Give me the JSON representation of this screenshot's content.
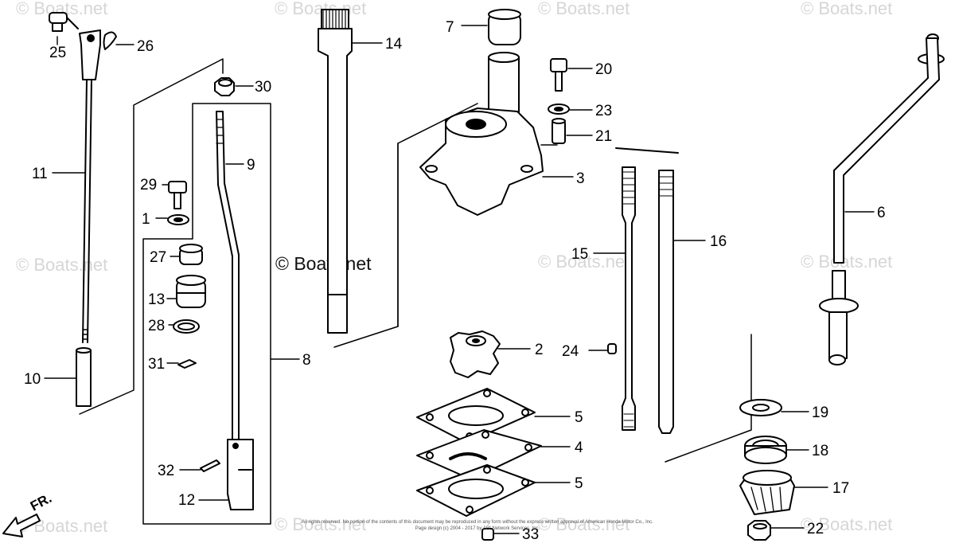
{
  "watermarks": {
    "corner": "© Boats.net",
    "center": "© Boats.net"
  },
  "direction_label": "FR.",
  "copyright": {
    "line1": "All rights reserved. No portion of the contents of this document may be reproduced in any form without the express written approval of American Honda Motor Co., Inc.",
    "line2": "Page design (c) 2004 - 2017 by ARI Network Services, Inc."
  },
  "callouts": [
    "25",
    "26",
    "30",
    "14",
    "7",
    "20",
    "23",
    "21",
    "3",
    "11",
    "29",
    "1",
    "9",
    "27",
    "13",
    "28",
    "31",
    "8",
    "10",
    "32",
    "12",
    "15",
    "16",
    "6",
    "2",
    "24",
    "5",
    "4",
    "5",
    "33",
    "19",
    "18",
    "17",
    "22"
  ]
}
